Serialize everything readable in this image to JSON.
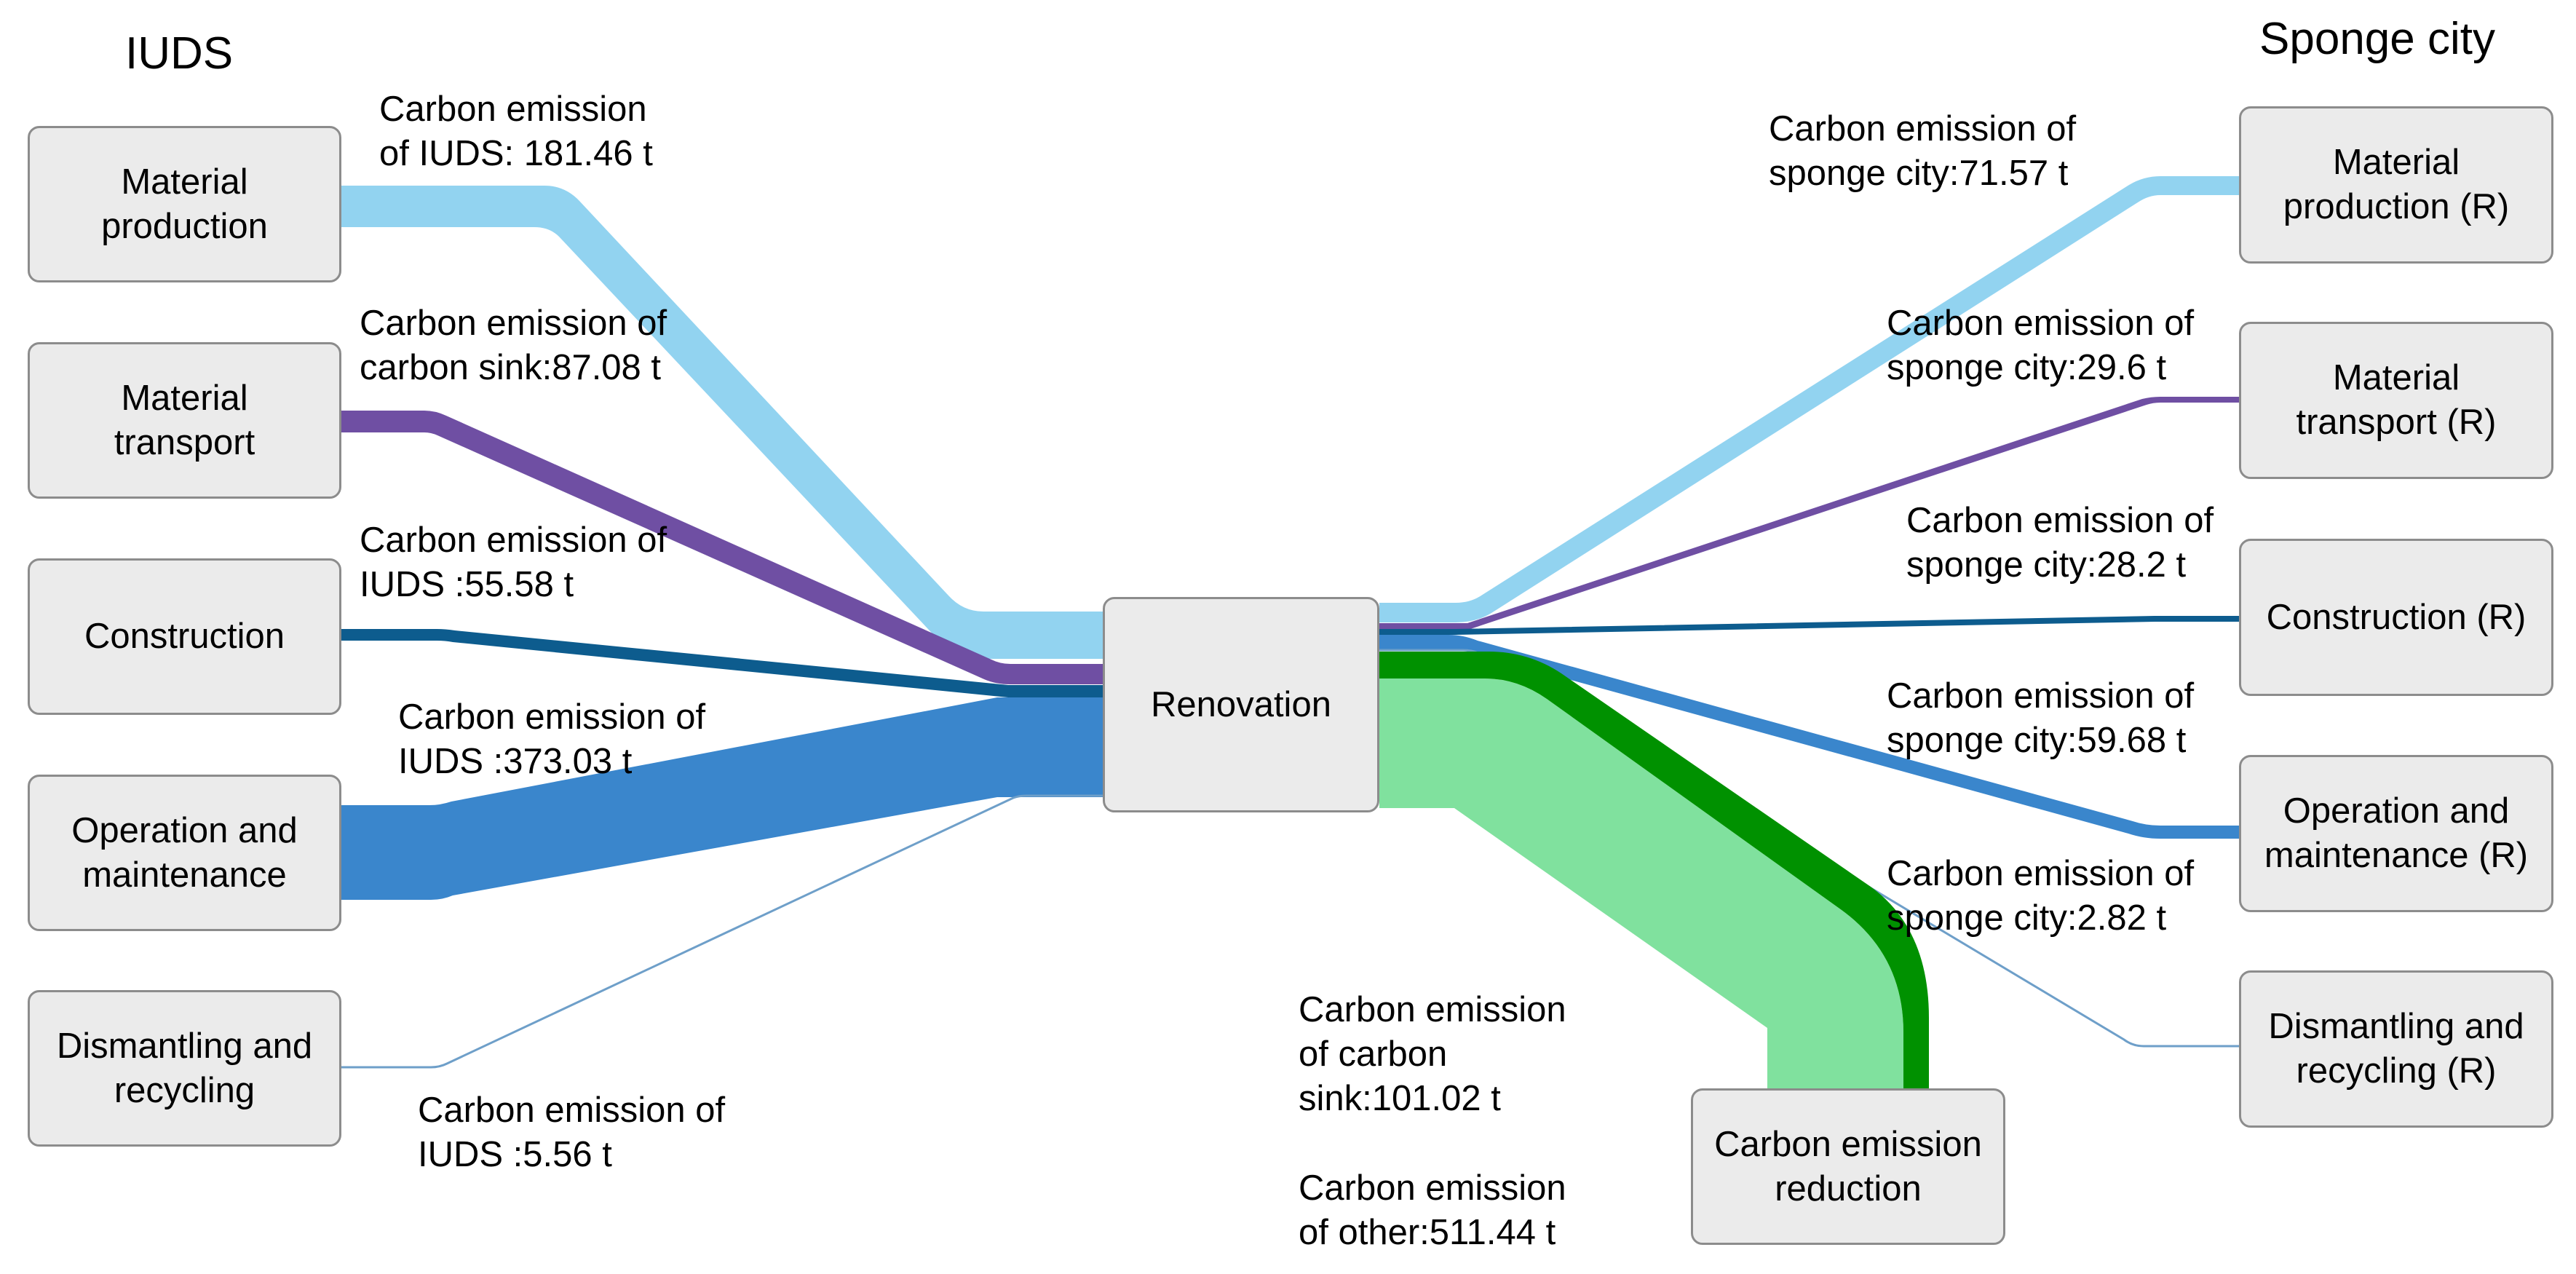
{
  "headings": {
    "left": "IUDS",
    "right": "Sponge city"
  },
  "nodes": {
    "material_production": "Material\nproduction",
    "material_transport": "Material\ntransport",
    "construction": "Construction",
    "operation_maintenance": "Operation and\nmaintenance",
    "dismantling_recycling": "Dismantling and\nrecycling",
    "renovation": "Renovation",
    "material_production_r": "Material\nproduction (R)",
    "material_transport_r": "Material\ntransport (R)",
    "construction_r": "Construction (R)",
    "operation_maintenance_r": "Operation and\nmaintenance (R)",
    "dismantling_recycling_r": "Dismantling and\nrecycling (R)",
    "carbon_emission_reduction": "Carbon emission\nreduction"
  },
  "labels": {
    "left_material_production": "Carbon emission\nof IUDS: 181.46 t",
    "left_material_transport": "Carbon emission of\ncarbon sink:87.08 t",
    "left_construction": "Carbon emission of\nIUDS :55.58 t",
    "left_operation": "Carbon emission of\nIUDS :373.03 t",
    "left_dismantling": "Carbon emission of\nIUDS :5.56 t",
    "right_material_production": "Carbon emission of\nsponge city:71.57 t",
    "right_material_transport": "Carbon emission of\nsponge city:29.6 t",
    "right_construction": "Carbon emission of\nsponge city:28.2 t",
    "right_operation": "Carbon emission of\nsponge city:59.68 t",
    "right_dismantling": "Carbon emission of\nsponge city:2.82 t",
    "reduction_carbon_sink": "Carbon emission\nof carbon\nsink:101.02 t",
    "reduction_other": "Carbon emission\nof other:511.44  t"
  },
  "colors": {
    "light_blue": "#92d3f0",
    "purple": "#6f4fa3",
    "dark_blue": "#0d5c8e",
    "mid_blue": "#3a86cc",
    "green": "#009100",
    "light_green": "#80e19e",
    "node_fill": "#ebebeb",
    "node_border": "#8c8c8c"
  }
}
